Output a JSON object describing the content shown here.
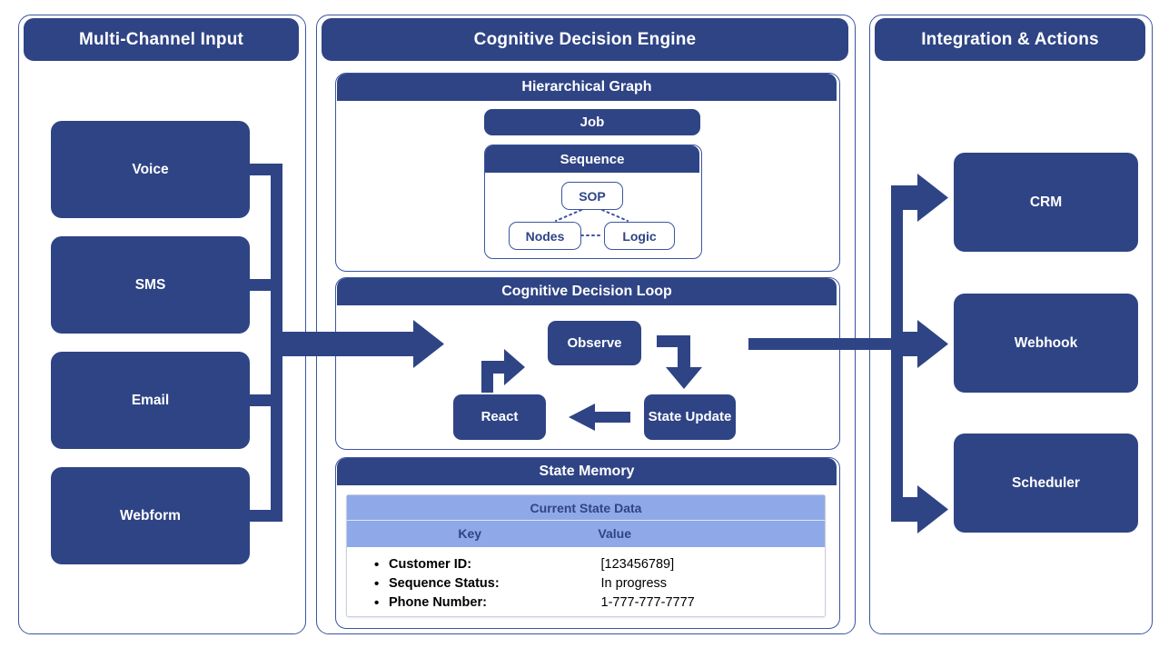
{
  "colors": {
    "primary_blue": "#2F4485",
    "border_blue": "#3B55A0",
    "table_header_blue": "#8FA8E8",
    "background": "#FFFFFF",
    "text_on_blue": "#FFFFFF",
    "body_text": "#000000"
  },
  "panels": {
    "input": {
      "title": "Multi-Channel Input",
      "channels": [
        {
          "label": "Voice"
        },
        {
          "label": "SMS"
        },
        {
          "label": "Email"
        },
        {
          "label": "Webform"
        }
      ]
    },
    "engine": {
      "title": "Cognitive Decision Engine",
      "hierarchical_graph": {
        "title": "Hierarchical Graph",
        "job": "Job",
        "sequence": "Sequence",
        "sop": "SOP",
        "nodes": "Nodes",
        "logic": "Logic"
      },
      "decision_loop": {
        "title": "Cognitive Decision Loop",
        "steps": [
          {
            "label": "Observe"
          },
          {
            "label": "State Update"
          },
          {
            "label": "React"
          }
        ]
      },
      "state_memory": {
        "title": "State Memory",
        "table": {
          "caption": "Current State Data",
          "columns": [
            "Key",
            "Value"
          ],
          "rows": [
            {
              "key": "Customer ID:",
              "value": "[123456789]"
            },
            {
              "key": "Sequence Status:",
              "value": "In progress"
            },
            {
              "key": "Phone Number:",
              "value": "1-777-777-7777"
            }
          ]
        }
      }
    },
    "integration": {
      "title": "Integration & Actions",
      "targets": [
        {
          "label": "CRM"
        },
        {
          "label": "Webhook"
        },
        {
          "label": "Scheduler"
        }
      ]
    }
  }
}
